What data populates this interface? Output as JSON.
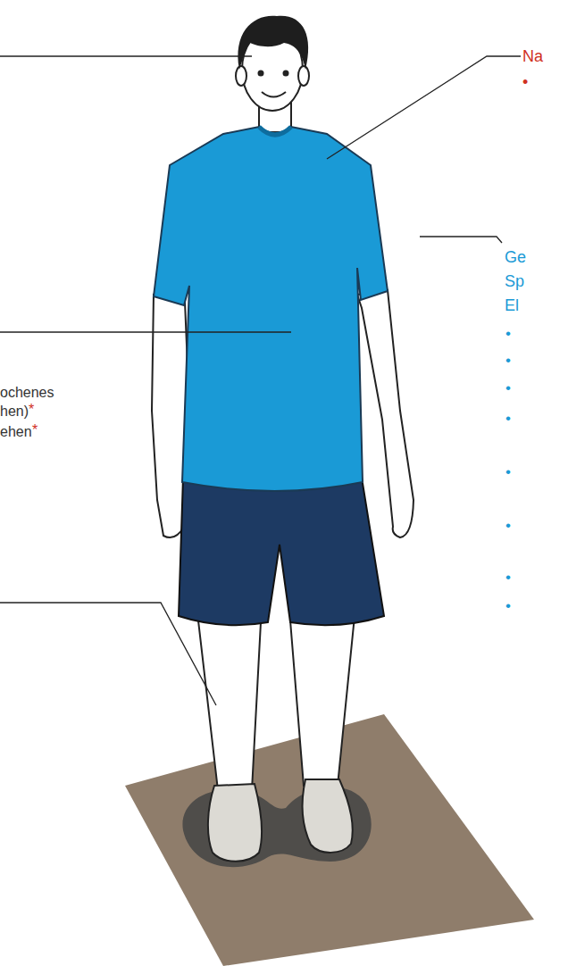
{
  "diagram": {
    "labels": [
      "Na",
      "•",
      "Ge",
      "Sp",
      "El",
      "•",
      "•",
      "•",
      "•",
      "•",
      "•",
      "•",
      "•",
      "ochenes",
      "hen)",
      "*",
      "ehen",
      "*"
    ]
  }
}
